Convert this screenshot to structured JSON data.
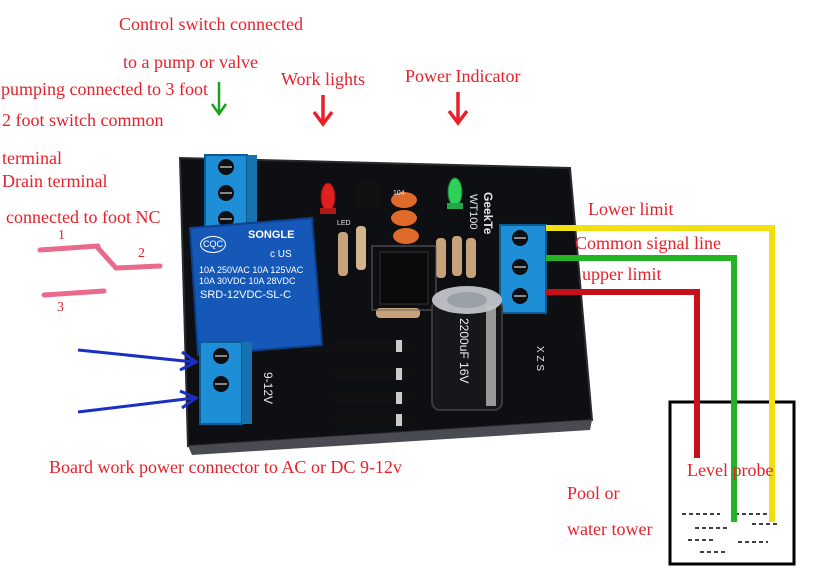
{
  "labels": {
    "control_switch_line1": "Control switch connected",
    "control_switch_line2": "to a pump or valve",
    "pumping": "pumping connected to 3 foot",
    "switch_common": "2 foot switch common",
    "terminal": "terminal",
    "drain_terminal": "Drain terminal",
    "connected_nc": "connected to  foot NC",
    "work_lights": "Work lights",
    "power_indicator": "Power Indicator",
    "lower_limit": "Lower limit",
    "common_signal": "Common signal line",
    "upper_limit": "upper limit",
    "board_power": "Board work  power connector to AC or DC 9-12v",
    "level_probe": "Level probe",
    "pool_or": "Pool or",
    "water_tower": "water tower"
  },
  "switch_pins": {
    "pin1": "1",
    "pin2": "2",
    "pin3": "3"
  },
  "board": {
    "relay_brand": "SONGLE",
    "relay_cqc": "CQC",
    "relay_ul": "c  US",
    "relay_spec_1": "10A 250VAC  10A 125VAC",
    "relay_spec_2": "10A  30VDC  10A  28VDC",
    "relay_model": "SRD-12VDC-SL-C",
    "brand": "GeekTe",
    "model": "WT100",
    "input_label": "9-12V",
    "terminal_label": "X Z S",
    "cap_label": "2200uF 16V",
    "led_label": "LED",
    "cap_code": "104"
  },
  "colors": {
    "annotation_red": "#e8202a",
    "arrow_green": "#1aa31a",
    "arrow_blue": "#1a2fc4",
    "wire_red": "#c8101a",
    "wire_green": "#22b422",
    "wire_yellow": "#f0e010",
    "pcb_black": "#0e0f12",
    "terminal_blue": "#1e8fd6",
    "relay_blue": "#1558b8",
    "switch_pink": "#e86a8c"
  }
}
